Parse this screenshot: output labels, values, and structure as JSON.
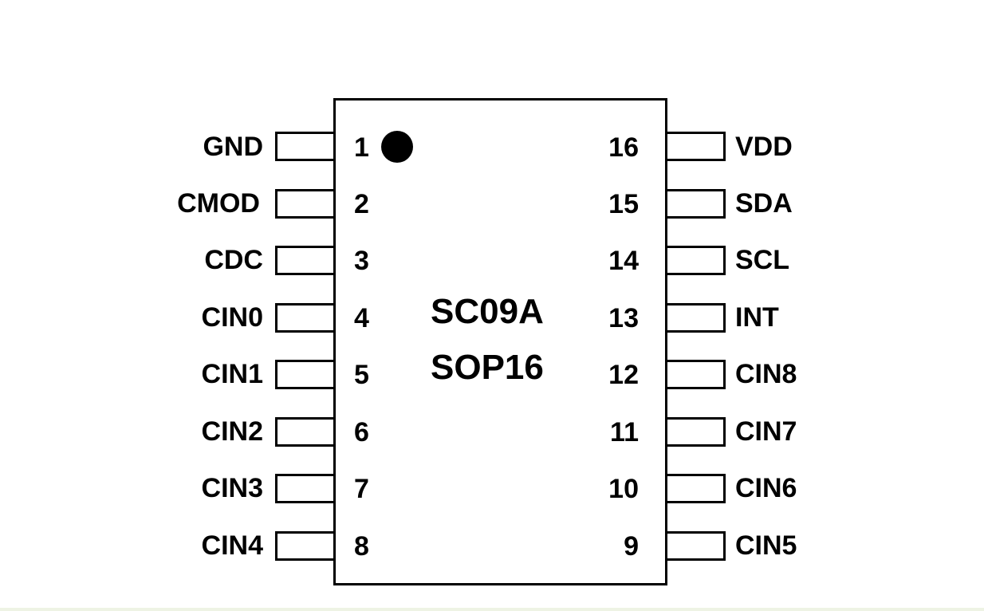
{
  "chip": {
    "part_number": "SC09A",
    "package": "SOP16"
  },
  "left_pins": [
    {
      "number": "1",
      "label": "GND"
    },
    {
      "number": "2",
      "label": "CMOD"
    },
    {
      "number": "3",
      "label": "CDC"
    },
    {
      "number": "4",
      "label": "CIN0"
    },
    {
      "number": "5",
      "label": "CIN1"
    },
    {
      "number": "6",
      "label": "CIN2"
    },
    {
      "number": "7",
      "label": "CIN3"
    },
    {
      "number": "8",
      "label": "CIN4"
    }
  ],
  "right_pins": [
    {
      "number": "16",
      "label": "VDD"
    },
    {
      "number": "15",
      "label": "SDA"
    },
    {
      "number": "14",
      "label": "SCL"
    },
    {
      "number": "13",
      "label": "INT"
    },
    {
      "number": "12",
      "label": "CIN8"
    },
    {
      "number": "11",
      "label": "CIN7"
    },
    {
      "number": "10",
      "label": "CIN6"
    },
    {
      "number": "9",
      "label": "CIN5"
    }
  ]
}
